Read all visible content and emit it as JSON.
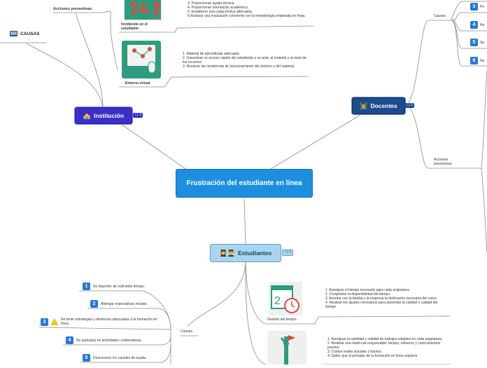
{
  "center": {
    "title": "Frustración del estudiante en línea"
  },
  "institucion": {
    "label": "Institución",
    "badge": "1",
    "acciones_label": "Acciones preventivas",
    "causas_label": "CAUSAS",
    "incidiendo": {
      "label": "Incidiendo en el estudiante",
      "lines": [
        "3. Proporcionar ayuda técnica.",
        "4. Proporcionar orientación académica.",
        "5. Establecer una carga lectiva adecuada.",
        "6.Realizar una evaluación coherente con la metodología empleada en línea."
      ]
    },
    "entorno": {
      "label": "Entorno virtual",
      "lines": [
        "1. Material de aprendizaje adecuado.",
        "2. Garantizar un acceso rápido del estudiante a su aula, al material y al resto de los recursos.",
        "3. Resolver las incidencias de funcionamiento del entorno y del material."
      ]
    }
  },
  "docentes": {
    "label": "Docentes",
    "badge": "1",
    "causas_label": "Causas",
    "acciones_label": "Acciones preventivas",
    "causas": [
      {
        "num": "3",
        "text": "Po",
        "color": "#2a78d6"
      },
      {
        "num": "4",
        "text": "No",
        "color": "#2a78d6"
      },
      {
        "num": "5",
        "text": "Se",
        "color": "#2a78d6"
      },
      {
        "num": "6",
        "text": "No",
        "color": "#2a78d6"
      }
    ]
  },
  "estudiantes": {
    "label": "Estudiantes",
    "badge": "1",
    "causas_label": "Causas",
    "causas": [
      {
        "num": "1",
        "text": "No disponer de suficiente tiempo."
      },
      {
        "num": "2",
        "text": "Albergar expectativas irreales"
      },
      {
        "num": "3",
        "text": "No tener estrategias y destrezas adecuadas a la formación en línea."
      },
      {
        "num": "4",
        "text": "No participar en actividades colaborativas."
      },
      {
        "num": "5",
        "text": "Desconocer los canales de ayuda."
      }
    ],
    "gestion": {
      "label": "Gestión del tiempo",
      "lines": [
        "1. Averiguar el tiempo necesario para cada asignatura.",
        "2. Comprobar la disponibilidad del tiempo.",
        "3. Acordar con la familia y la empresa la dedicación necesaria del curso.",
        "4. Realizar los ajustes necesarios para aumentar la calidad o calidad del tiempo."
      ]
    },
    "metas": {
      "lines": [
        "1. Averiguar la cantidad y calidad de trabajos exigidos en cada asignatura.",
        "2. Realizar una matrícula responsable: tiempo, esfuerzo y conocimientos previos.",
        "3. Costos reales actuales y futuros.",
        "4. Saber que el principio de la formación en línea requiere"
      ]
    }
  },
  "colors": {
    "center": "#1e8fe0",
    "institucion": "#3a2fc9",
    "docentes": "#1c4c8e",
    "estudiantes": "#a9d6ee",
    "warning": "#f5c518"
  }
}
